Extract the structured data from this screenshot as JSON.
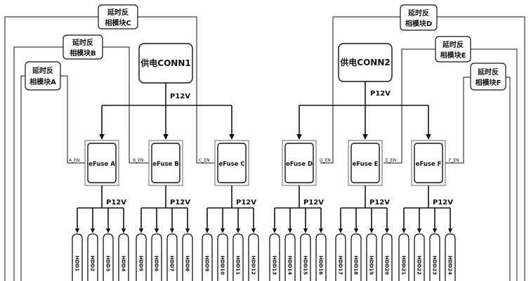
{
  "diagram": {
    "connectors": [
      {
        "id": "conn1",
        "label": "供电CONN1"
      },
      {
        "id": "conn2",
        "label": "供电CONN2"
      }
    ],
    "rail_label": "P12V",
    "delay_modules": [
      {
        "id": "A",
        "line1": "延时反",
        "line2": "相模块A"
      },
      {
        "id": "B",
        "line1": "延时反",
        "line2": "相模块B"
      },
      {
        "id": "C",
        "line1": "延时反",
        "line2": "相模块C"
      },
      {
        "id": "D",
        "line1": "延时反",
        "line2": "相模块D"
      },
      {
        "id": "E",
        "line1": "延时反",
        "line2": "相模块E"
      },
      {
        "id": "F",
        "line1": "延时反",
        "line2": "相模块F"
      }
    ],
    "efuses": [
      {
        "id": "A",
        "label": "eFuse A",
        "en": "A_EN"
      },
      {
        "id": "B",
        "label": "eFuse B",
        "en": "B_EN"
      },
      {
        "id": "C",
        "label": "eFuse C",
        "en": "C_EN"
      },
      {
        "id": "D",
        "label": "eFuse D",
        "en": "D_EN"
      },
      {
        "id": "E",
        "label": "eFuse E",
        "en": "E_EN"
      },
      {
        "id": "F",
        "label": "eFuse F",
        "en": "F_EN"
      }
    ],
    "drives": [
      "HDD1",
      "HDD2",
      "HDD3",
      "HDD4",
      "HDD5",
      "HDD6",
      "HDD7",
      "HDD8",
      "HDD9",
      "HDD10",
      "HDD11",
      "HDD12",
      "HDD13",
      "HDD14",
      "HDD15",
      "HDD16",
      "HDD17",
      "HDD18",
      "HDD19",
      "HDD20",
      "HDD21",
      "HDD22",
      "HDD23",
      "HDD24"
    ]
  }
}
